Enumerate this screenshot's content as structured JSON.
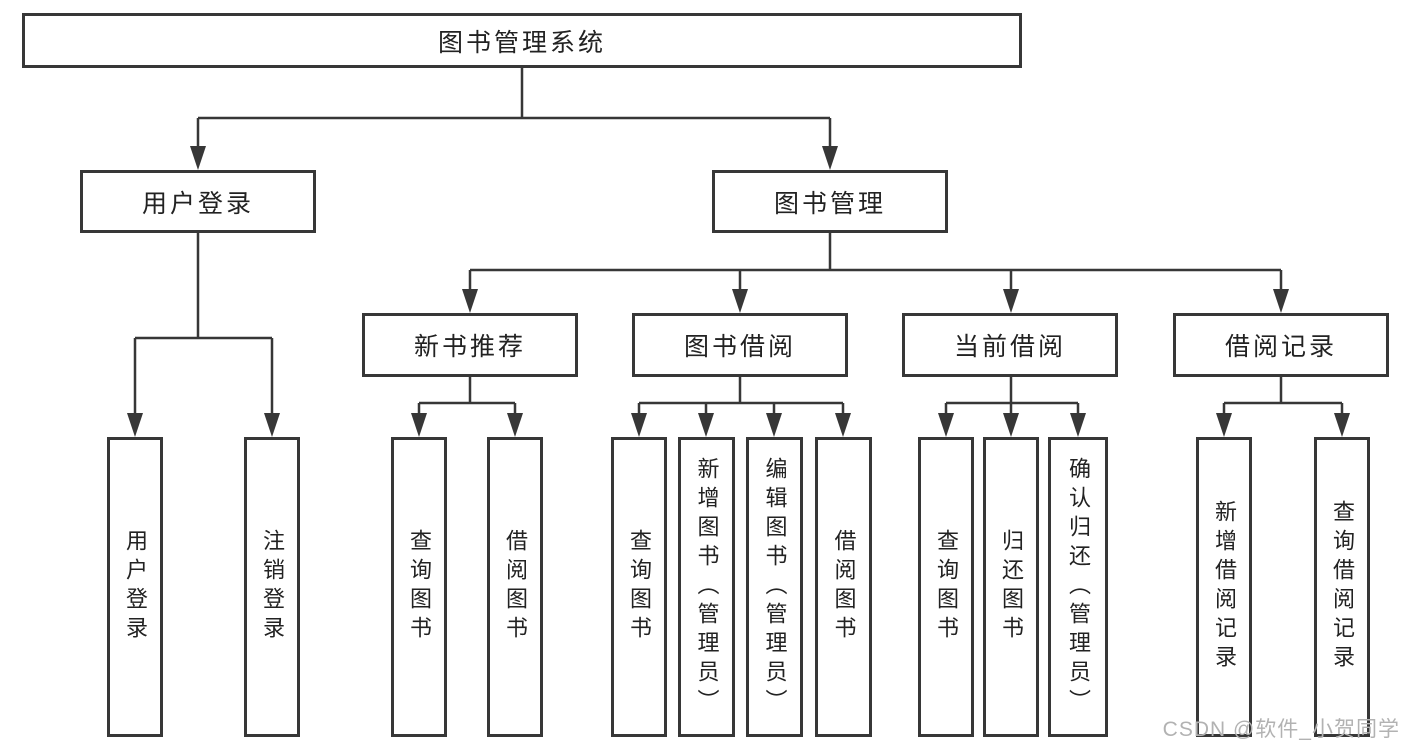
{
  "diagram": {
    "root": {
      "label": "图书管理系统"
    },
    "branches": [
      {
        "label": "用户登录",
        "children": [
          {
            "label": "用户登录"
          },
          {
            "label": "注销登录"
          }
        ]
      },
      {
        "label": "图书管理",
        "children": [
          {
            "label": "新书推荐",
            "children": [
              {
                "label": "查询图书"
              },
              {
                "label": "借阅图书"
              }
            ]
          },
          {
            "label": "图书借阅",
            "children": [
              {
                "label": "查询图书"
              },
              {
                "label": "新增图书（管理员）"
              },
              {
                "label": "编辑图书（管理员）"
              },
              {
                "label": "借阅图书"
              }
            ]
          },
          {
            "label": "当前借阅",
            "children": [
              {
                "label": "查询图书"
              },
              {
                "label": "归还图书"
              },
              {
                "label": "确认归还（管理员）"
              }
            ]
          },
          {
            "label": "借阅记录",
            "children": [
              {
                "label": "新增借阅记录"
              },
              {
                "label": "查询借阅记录"
              }
            ]
          }
        ]
      }
    ]
  },
  "watermark": {
    "text": "CSDN @软件_小贺同学"
  },
  "colors": {
    "line": "#373737",
    "border": "#373737",
    "text": "#222222",
    "watermark": "#b2b2b2",
    "background": "#ffffff"
  }
}
